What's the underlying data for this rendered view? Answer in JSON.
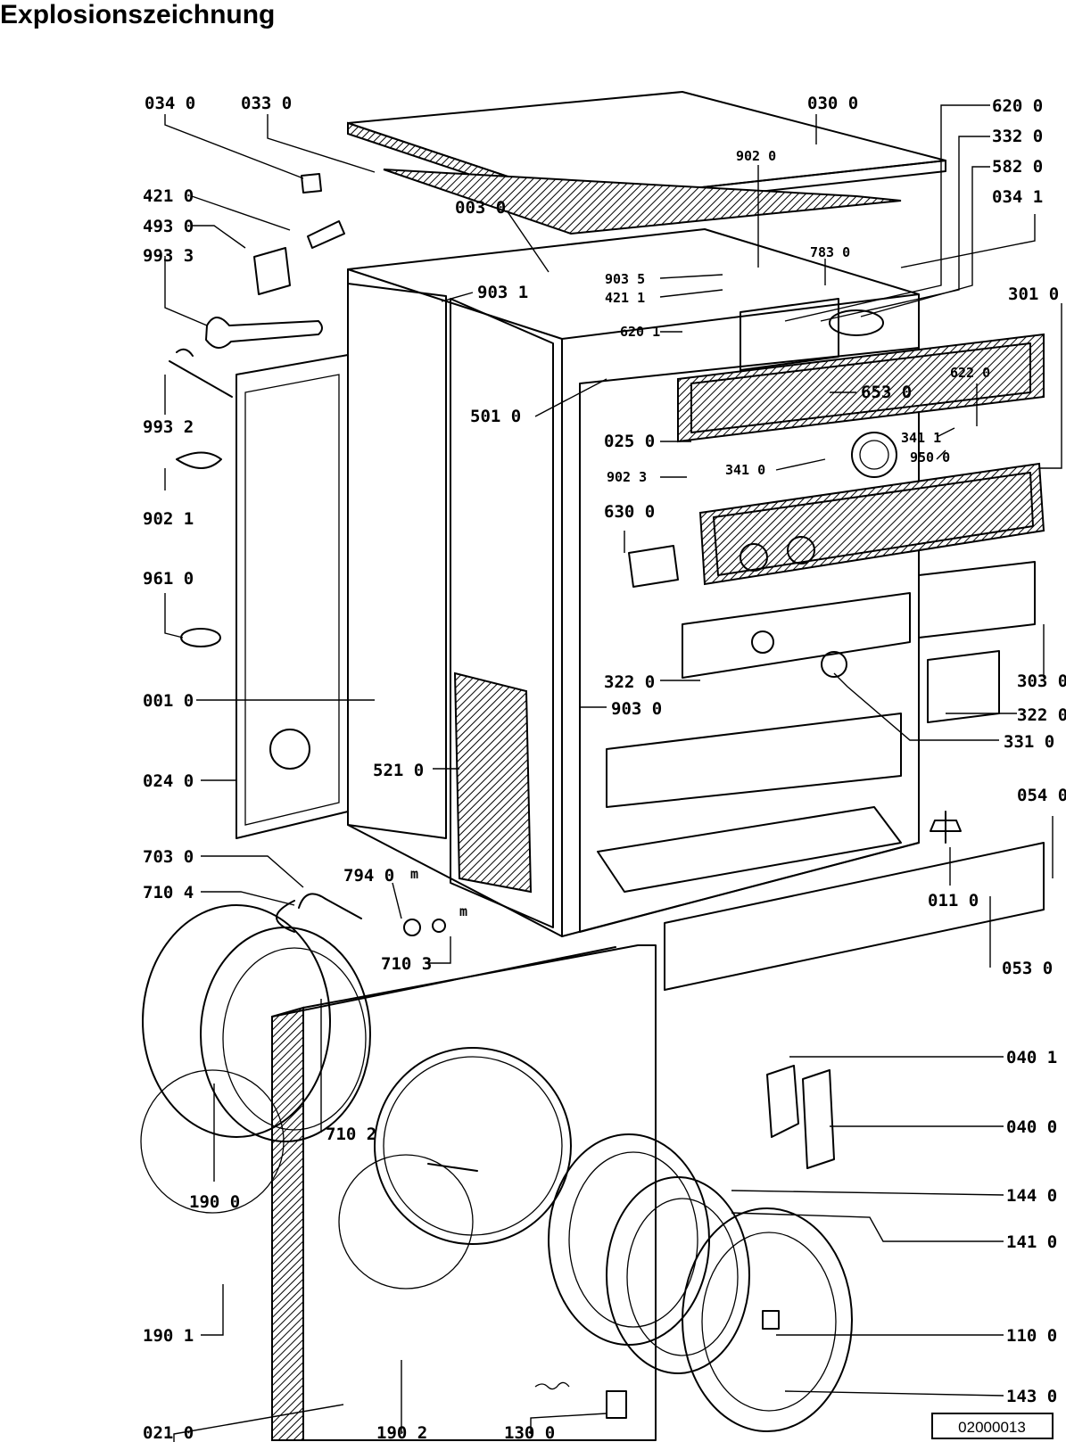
{
  "title": "Explosionszeichnung",
  "doc_number": "02000013",
  "labels": {
    "l0340": "034 0",
    "l0330": "033 0",
    "l0300": "030 0",
    "l9020": "902 0",
    "l6200": "620 0",
    "l3320": "332 0",
    "l5820": "582 0",
    "l0341": "034 1",
    "l4210": "421 0",
    "l4930": "493 0",
    "l9933": "993 3",
    "l0030": "003 0",
    "l7830": "783 0",
    "l9035": "903 5",
    "l4211": "421 1",
    "l9031": "903 1",
    "l3010": "301 0",
    "l6201": "620 1",
    "l6220": "622 0",
    "l6530": "653 0",
    "l9932": "993 2",
    "l5010": "501 0",
    "l0250": "025 0",
    "l3411": "341 1",
    "l9500": "950 0",
    "l3410": "341 0",
    "l9023": "902 3",
    "l9021": "902 1",
    "l6300": "630 0",
    "l9610": "961 0",
    "l3030": "303 0",
    "l3220a": "322 0",
    "l3220b": "322 0",
    "l0010": "001 0",
    "l9030": "903 0",
    "l3310": "331 0",
    "l5210": "521 0",
    "l0240": "024 0",
    "l0540": "054 0",
    "l7030": "703 0",
    "l7940": "794 0",
    "l7940m": "m",
    "l7104": "710 4",
    "l7103m": "m",
    "l0110": "011 0",
    "l7103": "710 3",
    "l0530": "053 0",
    "l0401": "040 1",
    "l7102": "710 2",
    "l0400": "040 0",
    "l1900": "190 0",
    "l1440": "144 0",
    "l1410": "141 0",
    "l1901": "190 1",
    "l1100": "110 0",
    "l1430": "143 0",
    "l0210": "021 0",
    "l1902": "190 2",
    "l1300": "130 0"
  }
}
